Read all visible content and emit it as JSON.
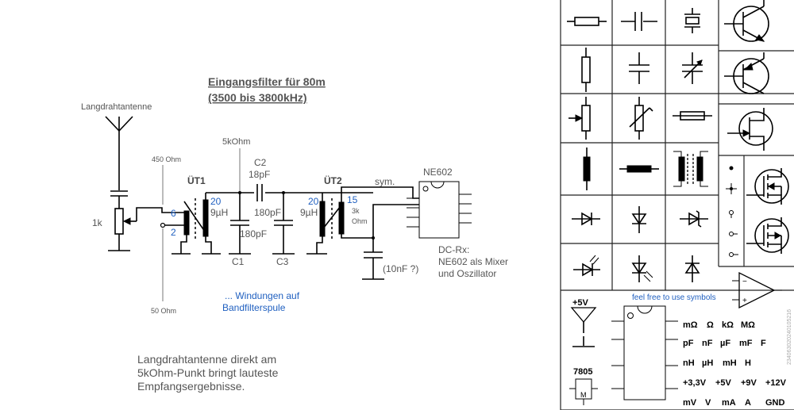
{
  "title": {
    "line1": "Eingangsfilter für 80m",
    "line2": "(3500 bis 3800kHz)"
  },
  "labels": {
    "antenna": "Langdrahtantenne",
    "ohm450": "450 Ohm",
    "ohm50": "50 Ohm",
    "pot": "1k",
    "ut1": "ÜT1",
    "ut2": "ÜT2",
    "ohm5k": "5kOhm",
    "c2": "C2",
    "c2val": "18pF",
    "c1": "C1",
    "c3": "C3",
    "c1val": "180pF",
    "c3val": "180pF",
    "n6": "6",
    "n2": "2",
    "n20a": "20",
    "n20b": "20",
    "n15": "15",
    "l1": "9µH",
    "l2": "9µH",
    "ohm3k_1": "3k",
    "ohm3k_2": "Ohm",
    "sym": "sym.",
    "ne602": "NE602",
    "dcrx1": "DC-Rx:",
    "dcrx2": "NE602 als Mixer",
    "dcrx3": "und Oszillator",
    "c10n": "(10nF ?)",
    "wind1": "... Windungen auf",
    "wind2": "Bandfilterspule",
    "note1": "Langdrahtantenne direkt am",
    "note2": "5kOhm-Punkt bringt lauteste",
    "note3": "Empfangsergebnisse."
  },
  "palette": {
    "free": "feel free to use symbols",
    "plus5v": "+5V",
    "reg": "7805",
    "regm": "M",
    "units": [
      [
        "mΩ",
        "Ω",
        "kΩ",
        "MΩ"
      ],
      [
        "pF",
        "nF",
        "µF",
        "mF",
        "F"
      ],
      [
        "nH",
        "µH",
        "mH",
        "H"
      ],
      [
        "+3,3V",
        "+5V",
        "+9V",
        "+12V"
      ],
      [
        "mV",
        "V",
        "mA",
        "A",
        "GND"
      ]
    ],
    "watermark": "234063020240105216"
  },
  "colors": {
    "accent_blue": "#2060c0",
    "text_gray": "#555555",
    "ink": "#000000"
  }
}
